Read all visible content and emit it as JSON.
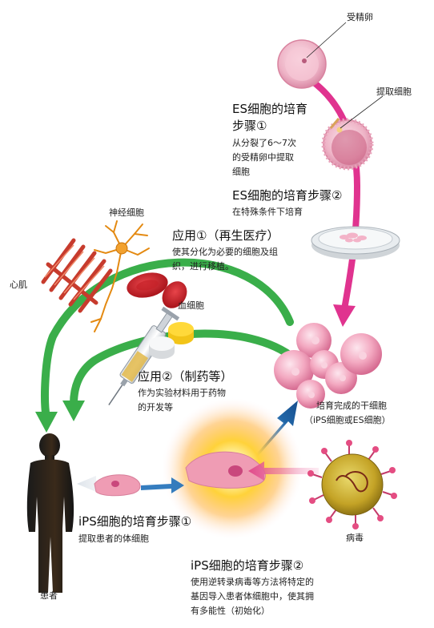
{
  "labels": {
    "fertilized_egg": "受精卵",
    "extract_cells": "提取细胞",
    "nerve_cell": "神经细胞",
    "heart_muscle": "心肌",
    "blood_cell": "血细胞",
    "virus": "病毒",
    "patient": "患者"
  },
  "es_step1": {
    "title_line1": "ES细胞的培育",
    "title_line2": "步骤①",
    "desc_line1": "从分裂了6～7次",
    "desc_line2": "的受精卵中提取",
    "desc_line3": "细胞"
  },
  "es_step2": {
    "title": "ES细胞的培育步骤②",
    "desc": "在特殊条件下培育"
  },
  "application1": {
    "title": "应用①（再生医疗）",
    "desc_line1": "使其分化为必要的细胞及组",
    "desc_line2": "织，进行移植。"
  },
  "application2": {
    "title": "应用②（制药等）",
    "desc_line1": "作为实验材料用于药物",
    "desc_line2": "的开发等"
  },
  "stem_cells": {
    "line1": "培育完成的干细胞",
    "line2": "（iPS细胞或ES细胞）"
  },
  "ips_step1": {
    "title": "iPS细胞的培育步骤①",
    "desc": "提取患者的体细胞"
  },
  "ips_step2": {
    "title": "iPS细胞的培育步骤②",
    "desc_line1": "使用逆转录病毒等方法将特定的",
    "desc_line2": "基因导入患者体细胞中，使其拥",
    "desc_line3": "有多能性（初始化）"
  },
  "colors": {
    "pink_arrow": "#e0338f",
    "green_arrow": "#3aae4a",
    "blue_arrow": "#1f6fb8"
  }
}
